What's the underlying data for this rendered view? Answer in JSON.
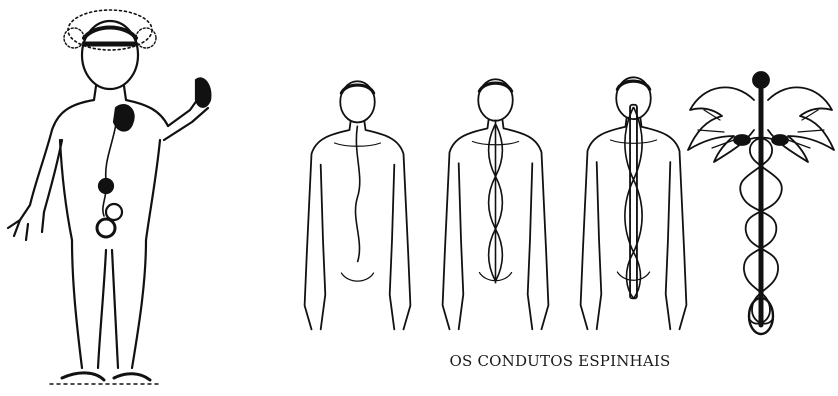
{
  "caption": "OS CONDUTOS ESPINHAIS",
  "colors": {
    "ink": "#111111",
    "background": "#ffffff"
  },
  "figures": [
    {
      "id": "alchemical-figure",
      "icon": "human-figure-with-raised-hand"
    },
    {
      "id": "body-single-channel",
      "icon": "human-torso-single-channel"
    },
    {
      "id": "body-double-channel",
      "icon": "human-torso-double-channel"
    },
    {
      "id": "body-triple-channel",
      "icon": "human-torso-triple-channel"
    },
    {
      "id": "caduceus",
      "icon": "caduceus-icon"
    }
  ]
}
